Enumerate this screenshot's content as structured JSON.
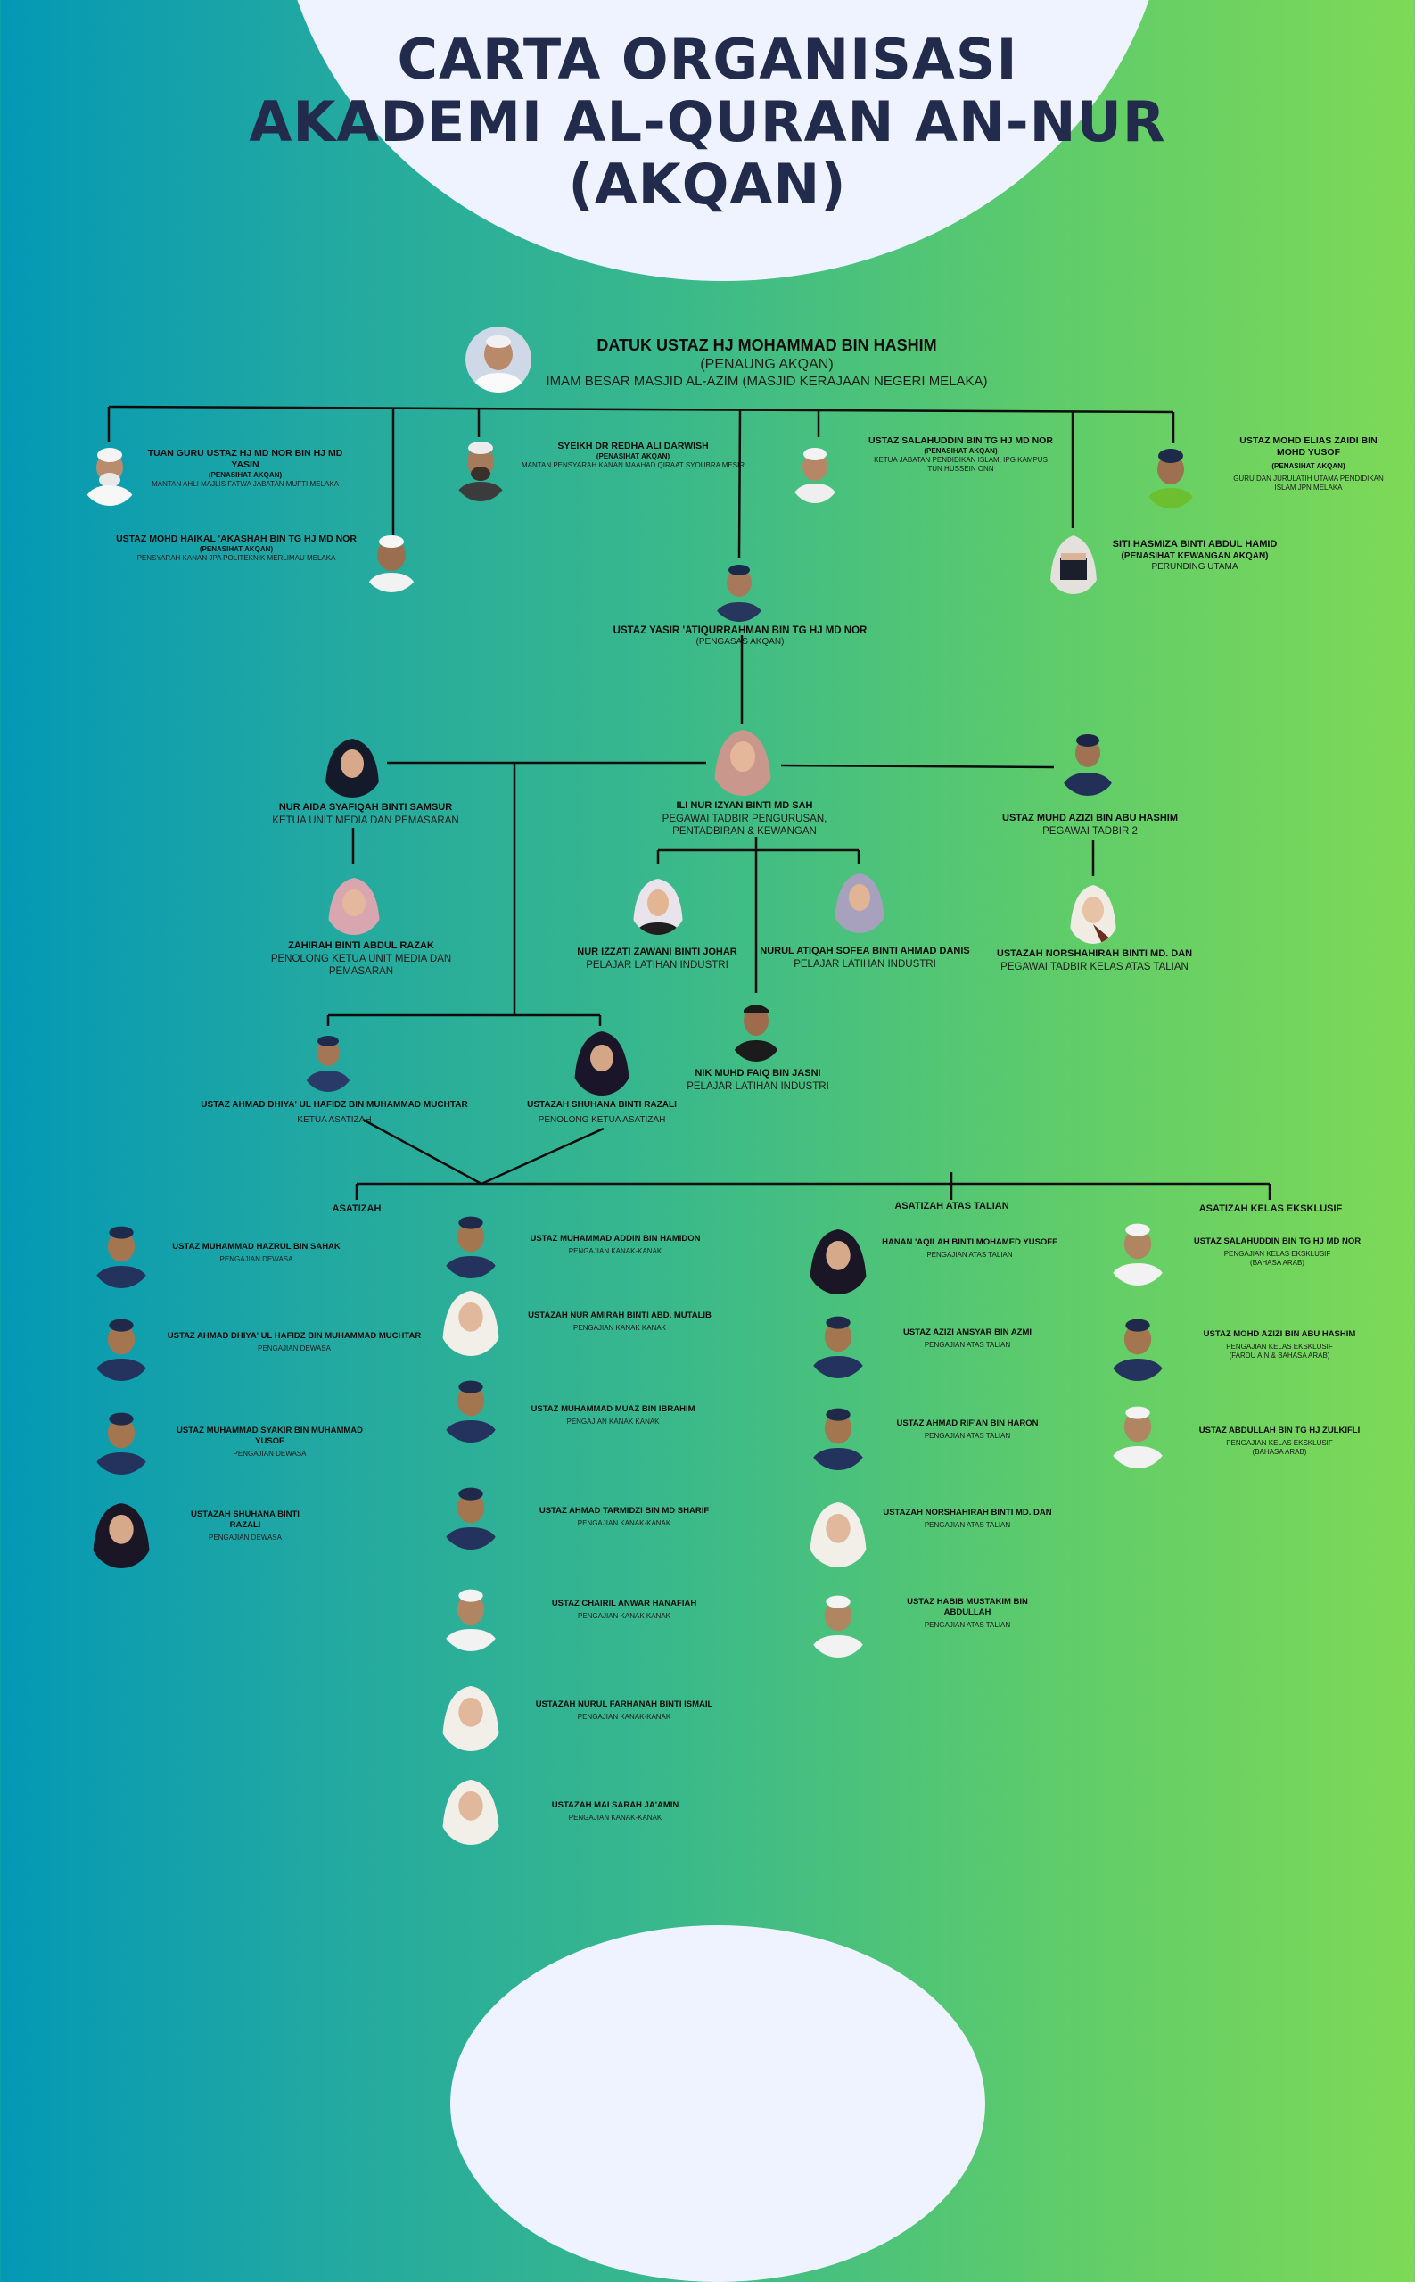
{
  "title": {
    "line1": "CARTA ORGANISASI",
    "line2": "AKADEMI AL-QURAN AN-NUR",
    "line3": "(AKQAN)"
  },
  "colors": {
    "title": "#232b4c",
    "bg_left": "#0398b5",
    "bg_right": "#7ed957",
    "arc": "#eef3ff",
    "line": "#0d0d0d"
  },
  "patron": {
    "name": "DATUK USTAZ HJ MOHAMMAD BIN HASHIM",
    "role": "(PENAUNG AKQAN)",
    "desc": "IMAM BESAR MASJID AL-AZIM (MASJID KERAJAAN NEGERI MELAKA)"
  },
  "advisors": [
    {
      "name": "TUAN GURU USTAZ HJ MD NOR BIN HJ MD YASIN",
      "role": "(PENASIHAT AKQAN)",
      "desc": "MANTAN AHLI MAJLIS FATWA JABATAN MUFTI MELAKA"
    },
    {
      "name": "USTAZ MOHD HAIKAL 'AKASHAH BIN TG HJ MD NOR",
      "role": "(PENASIHAT AKQAN)",
      "desc": "PENSYARAH KANAN JPA POLITEKNIK MERLIMAU MELAKA"
    },
    {
      "name": "SYEIKH DR REDHA ALI DARWISH",
      "role": "(PENASIHAT AKQAN)",
      "desc": "MANTAN PENSYARAH KANAN MAAHAD QIRAAT SYOUBRA MESIR"
    },
    {
      "name": "USTAZ SALAHUDDIN BIN TG HJ MD NOR",
      "role": "(PENASIHAT AKQAN)",
      "desc": "KETUA JABATAN PENDIDIKAN ISLAM, IPG KAMPUS TUN HUSSEIN ONN"
    },
    {
      "name": "USTAZ MOHD ELIAS ZAIDI BIN MOHD YUSOF",
      "role": "(PENASIHAT AKQAN)",
      "desc": "GURU DAN JURULATIH UTAMA PENDIDIKAN ISLAM JPN MELAKA"
    },
    {
      "name": "SITI HASMIZA BINTI ABDUL HAMID",
      "role": "(PENASIHAT KEWANGAN AKQAN)",
      "desc": "PERUNDING UTAMA"
    }
  ],
  "founder": {
    "name": "USTAZ YASIR 'ATIQURRAHMAN BIN TG HJ MD NOR",
    "role": "(PENGASAS AKQAN)"
  },
  "admin": {
    "name": "ILI NUR IZYAN BINTI MD SAH",
    "role1": "PEGAWAI TADBIR PENGURUSAN,",
    "role2": "PENTADBIRAN & KEWANGAN"
  },
  "media_head": {
    "name": "NUR AIDA SYAFIQAH BINTI SAMSUR",
    "role": "KETUA UNIT MEDIA DAN PEMASARAN"
  },
  "media_asst": {
    "name": "ZAHIRAH BINTI ABDUL RAZAK",
    "role1": "PENOLONG KETUA UNIT MEDIA DAN",
    "role2": "PEMASARAN"
  },
  "admin2": {
    "name": "USTAZ MUHD AZIZI BIN ABU HASHIM",
    "role": "PEGAWAI TADBIR 2"
  },
  "admin_online": {
    "name": "USTAZAH NORSHAHIRAH BINTI MD. DAN",
    "role": "PEGAWAI TADBIR KELAS ATAS TALIAN"
  },
  "interns": [
    {
      "name": "NUR IZZATI ZAWANI BINTI JOHAR",
      "role": "PELAJAR LATIHAN INDUSTRI"
    },
    {
      "name": "NURUL ATIQAH SOFEA BINTI AHMAD DANIS",
      "role": "PELAJAR LATIHAN INDUSTRI"
    },
    {
      "name": "NIK MUHD FAIQ BIN JASNI",
      "role": "PELAJAR LATIHAN INDUSTRI"
    }
  ],
  "asatizah_head": {
    "name": "USTAZ AHMAD DHIYA' UL HAFIDZ BIN MUHAMMAD MUCHTAR",
    "role": "KETUA ASATIZAH"
  },
  "asatizah_asst": {
    "name": "USTAZAH SHUHANA BINTI RAZALI",
    "role": "PENOLONG KETUA ASATIZAH"
  },
  "sections": {
    "asatizah": "ASATIZAH",
    "online": "ASATIZAH ATAS TALIAN",
    "exclusive": "ASATIZAH KELAS EKSKLUSIF"
  },
  "teachers_adult": [
    {
      "name": "USTAZ MUHAMMAD HAZRUL BIN SAHAK",
      "role": "PENGAJIAN DEWASA"
    },
    {
      "name": "USTAZ AHMAD DHIYA' UL HAFIDZ BIN MUHAMMAD MUCHTAR",
      "role": "PENGAJIAN DEWASA"
    },
    {
      "name": "USTAZ MUHAMMAD SYAKIR BIN MUHAMMAD YUSOF",
      "role": "PENGAJIAN DEWASA"
    },
    {
      "name": "USTAZAH SHUHANA BINTI RAZALI",
      "role": "PENGAJIAN DEWASA"
    }
  ],
  "teachers_kids": [
    {
      "name": "USTAZ MUHAMMAD ADDIN BIN HAMIDON",
      "role": "PENGAJIAN KANAK-KANAK"
    },
    {
      "name": "USTAZAH NUR AMIRAH BINTI ABD. MUTALIB",
      "role": "PENGAJIAN KANAK KANAK"
    },
    {
      "name": "USTAZ MUHAMMAD MUAZ BIN IBRAHIM",
      "role": "PENGAJIAN KANAK KANAK"
    },
    {
      "name": "USTAZ AHMAD TARMIDZI BIN MD SHARIF",
      "role": "PENGAJIAN KANAK-KANAK"
    },
    {
      "name": "USTAZ CHAIRIL ANWAR HANAFIAH",
      "role": "PENGAJIAN KANAK KANAK"
    },
    {
      "name": "USTAZAH NURUL FARHANAH BINTI ISMAIL",
      "role": "PENGAJIAN KANAK-KANAK"
    },
    {
      "name": "USTAZAH MAI SARAH JA'AMIN",
      "role": "PENGAJIAN KANAK-KANAK"
    }
  ],
  "teachers_online": [
    {
      "name": "HANAN 'AQILAH BINTI MOHAMED YUSOFF",
      "role": "PENGAJIAN ATAS TALIAN"
    },
    {
      "name": "USTAZ AZIZI AMSYAR BIN AZMI",
      "role": "PENGAJIAN ATAS TALIAN"
    },
    {
      "name": "USTAZ AHMAD RIF'AN BIN HARON",
      "role": "PENGAJIAN ATAS TALIAN"
    },
    {
      "name": "USTAZAH NORSHAHIRAH BINTI MD. DAN",
      "role": "PENGAJIAN ATAS TALIAN"
    },
    {
      "name": "USTAZ HABIB MUSTAKIM BIN ABDULLAH",
      "role": "PENGAJIAN ATAS TALIAN"
    }
  ],
  "teachers_exclusive": [
    {
      "name": "USTAZ SALAHUDDIN BIN TG HJ MD NOR",
      "role": "PENGAJIAN KELAS EKSKLUSIF",
      "sub": "(BAHASA ARAB)"
    },
    {
      "name": "USTAZ MOHD AZIZI BIN ABU HASHIM",
      "role": "PENGAJIAN KELAS EKSKLUSIF",
      "sub": "(FARDU AIN & BAHASA ARAB)"
    },
    {
      "name": "USTAZ ABDULLAH BIN TG HJ ZULKIFLI",
      "role": "PENGAJIAN KELAS EKSKLUSIF",
      "sub": "(BAHASA ARAB)"
    }
  ]
}
